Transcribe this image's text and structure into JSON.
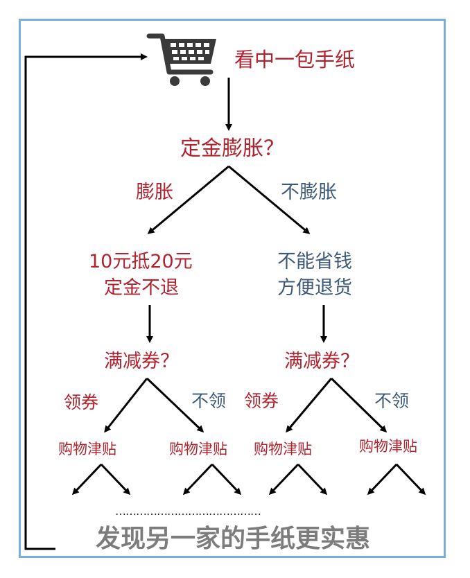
{
  "nodes": {
    "top": "看中一包手纸",
    "q1": "定金膨胀？",
    "left_branch": "膨胀",
    "right_branch": "不膨胀",
    "left_result_line1": "10元抵20元",
    "left_result_line2": "定金不退",
    "right_result_line1": "不能省钱",
    "right_result_line2": "方便退货",
    "q2_left": "满减券？",
    "q2_right": "满减券？",
    "take_left": "领券",
    "notake_left": "不领",
    "take_right": "领券",
    "notake_right": "不领",
    "subsidy_1": "购物津贴",
    "subsidy_2": "购物津贴",
    "subsidy_3": "购物津贴",
    "subsidy_4": "购物津贴",
    "ellipsis": "……………………………………",
    "bottom": "发现另一家的手纸更实惠"
  },
  "icons": {
    "cart": "shopping-cart-icon"
  },
  "colors": {
    "red_text": "#b0232e",
    "blue_text": "#3d5a7a",
    "frame": "#7aaee0",
    "bottom_text": "#7c7c7c"
  }
}
